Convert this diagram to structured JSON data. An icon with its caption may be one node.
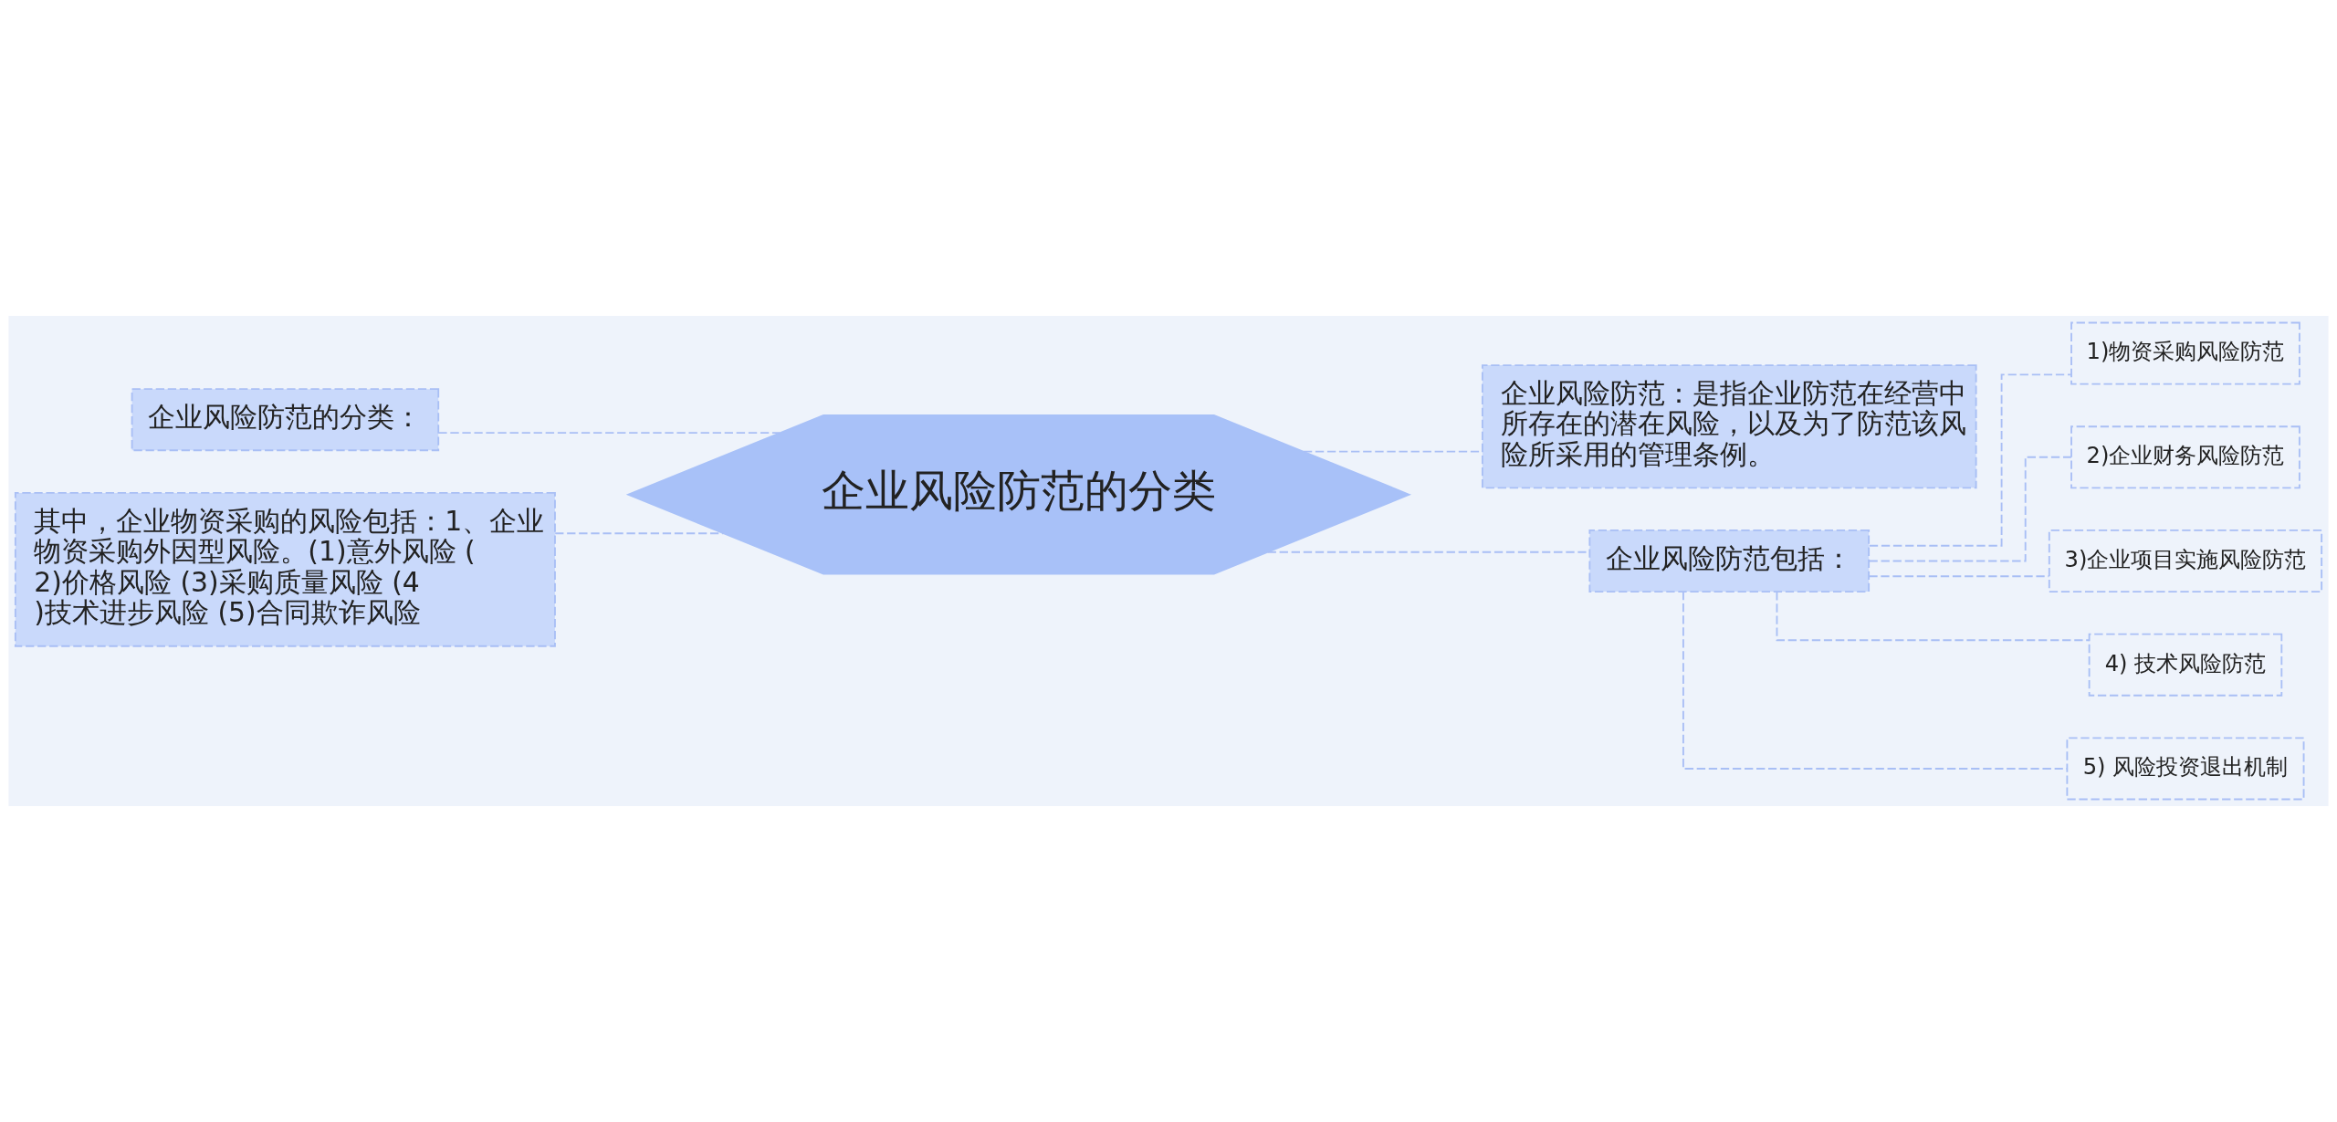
{
  "diagram": {
    "nodes": [
      {
        "text": [
          "企业风险防范的分类"
        ]
      },
      {
        "text": [
          "企业风险防范的分类："
        ]
      },
      {
        "text": [
          "其中，企业物资采购的风险包括：1、企业物资采购外因型风险。(1)意外风险 (2)价格风险 (3)采购质量风险 (4)技术进步风险 (5)合同欺诈风险"
        ]
      },
      {
        "text": [
          "企业风险防范：是指企业防范在经营中所存在的潜在风险，以及为了防范该风险所采用的管理条例。"
        ]
      },
      {
        "text": [
          "企业风险防范包括："
        ]
      },
      {
        "text": [
          "1)物资采购风险防范"
        ]
      },
      {
        "text": [
          "2)企业财务风险防范"
        ]
      },
      {
        "text": [
          "3)企业项目实施风险防范"
        ]
      },
      {
        "text": [
          "4) 技术风险防范"
        ]
      },
      {
        "text": [
          "5) 风险投资退出机制"
        ]
      }
    ],
    "edges": [
      {
        "from": 0,
        "to": 1,
        "arrow": "none",
        "style": "dashed"
      },
      {
        "from": 0,
        "to": 2,
        "arrow": "none",
        "style": "dashed"
      },
      {
        "from": 0,
        "to": 3,
        "arrow": "none",
        "style": "dashed"
      },
      {
        "from": 0,
        "to": 4,
        "arrow": "none",
        "style": "dashed"
      },
      {
        "from": 4,
        "to": 5,
        "arrow": "none",
        "style": "dashed"
      },
      {
        "from": 4,
        "to": 6,
        "arrow": "none",
        "style": "dashed"
      },
      {
        "from": 4,
        "to": 7,
        "arrow": "none",
        "style": "dashed"
      },
      {
        "from": 4,
        "to": 8,
        "arrow": "none",
        "style": "dashed"
      },
      {
        "from": 4,
        "to": 9,
        "arrow": "none",
        "style": "dashed"
      }
    ]
  }
}
